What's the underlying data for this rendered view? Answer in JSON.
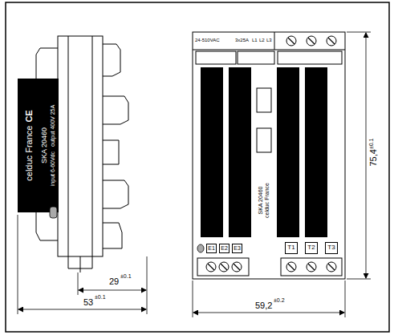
{
  "diagram": {
    "nodes": [
      {
        "text": [
          "celduc France",
          "SKA 20460",
          "input 6-60Vdc",
          "output 400V 25A"
        ]
      },
      {
        "text": [
          "E1"
        ]
      },
      {
        "text": [
          "E2"
        ]
      },
      {
        "text": [
          "E3"
        ]
      },
      {
        "text": [
          "T1"
        ]
      },
      {
        "text": [
          "T2"
        ]
      },
      {
        "text": [
          "T3"
        ]
      }
    ],
    "labels": [
      "CE",
      "29",
      "±0.1",
      "53",
      "±0.1",
      "59,2",
      "±0.2",
      "75,4",
      "±0.1",
      "24-510VAC",
      "3x25A",
      "L1",
      "L2",
      "L3",
      "SKA 20460",
      "celduc France"
    ]
  }
}
